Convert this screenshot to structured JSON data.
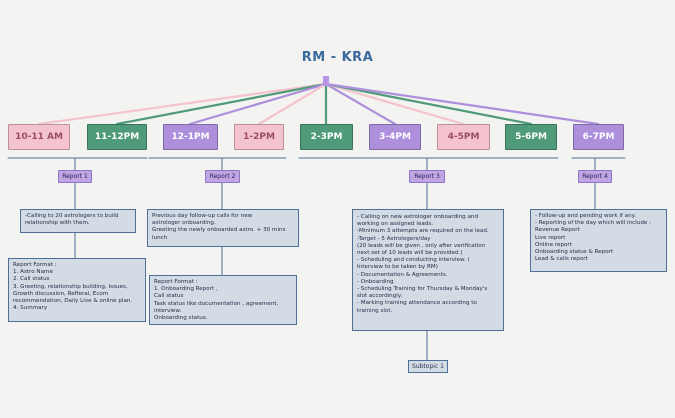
{
  "title": "RM - KRA",
  "time_slots": [
    {
      "label": "10-11 AM",
      "color": "pink"
    },
    {
      "label": "11-12PM",
      "color": "green"
    },
    {
      "label": "12-1PM",
      "color": "purple"
    },
    {
      "label": "1-2PM",
      "color": "pink"
    },
    {
      "label": "2-3PM",
      "color": "green"
    },
    {
      "label": "3-4PM",
      "color": "purple"
    },
    {
      "label": "4-5PM",
      "color": "pink"
    },
    {
      "label": "5-6PM",
      "color": "green"
    },
    {
      "label": "6-7PM",
      "color": "purple"
    }
  ],
  "reports": [
    {
      "label": "Report 1"
    },
    {
      "label": "Report 2"
    },
    {
      "label": "Report 3"
    },
    {
      "label": "Report 4"
    }
  ],
  "notes": {
    "report1_task": [
      "-Calling to 20 astrologers to build",
      "relationship with them."
    ],
    "report1_format": [
      "Report Format :",
      "1. Astro Name",
      "2. Call status",
      "3. Greeting, relationship building, Issues,",
      "Growth discussion, Refferal, Ecom",
      "recommendation, Daily Live & online plan.",
      "4. Summary"
    ],
    "report2_task": [
      "Previous day follow-up calls for new",
      "astrologer onboarding.",
      "Greeting the newly onboarded astro. + 30 mins",
      "lunch"
    ],
    "report2_format": [
      "Report Format :",
      "1. Onboarding Report ,",
      "Call status",
      "Task status like documentation , agreement,",
      "interview.",
      "Onboarding status."
    ],
    "report3_task": [
      "- Calling on new astrologer onboarding and",
      "working on assigned leads.",
      "-Minimum 3 attempts are required on the lead.",
      "-Target - 5 Astrologers/day",
      "(20 leads will be given , only after verification",
      "next set of 10 leads will be provided.)",
      "- Scheduling and conducting interview. (",
      "Interview to be taken by RM)",
      "- Documentation & Agreements.",
      "- Onboarding",
      "- Scheduling Training for Thursday & Monday's",
      "slot accordingly.",
      "- Marking training attendance according to",
      "training slot."
    ],
    "report4_task": [
      "- Follow-up and pending work if any.",
      "- Reporting of the day which will include :",
      "Revenue Report",
      "Live report",
      "Online report",
      "Onboarding status & Report",
      "Lead & calls report"
    ]
  },
  "subtopic": "Subtopic 1",
  "colors": {
    "pink": "#f5c3cd",
    "green": "#4f9a78",
    "purple": "#ad8fdc",
    "box": "#d3dbe5",
    "line": "#4f6f98"
  }
}
